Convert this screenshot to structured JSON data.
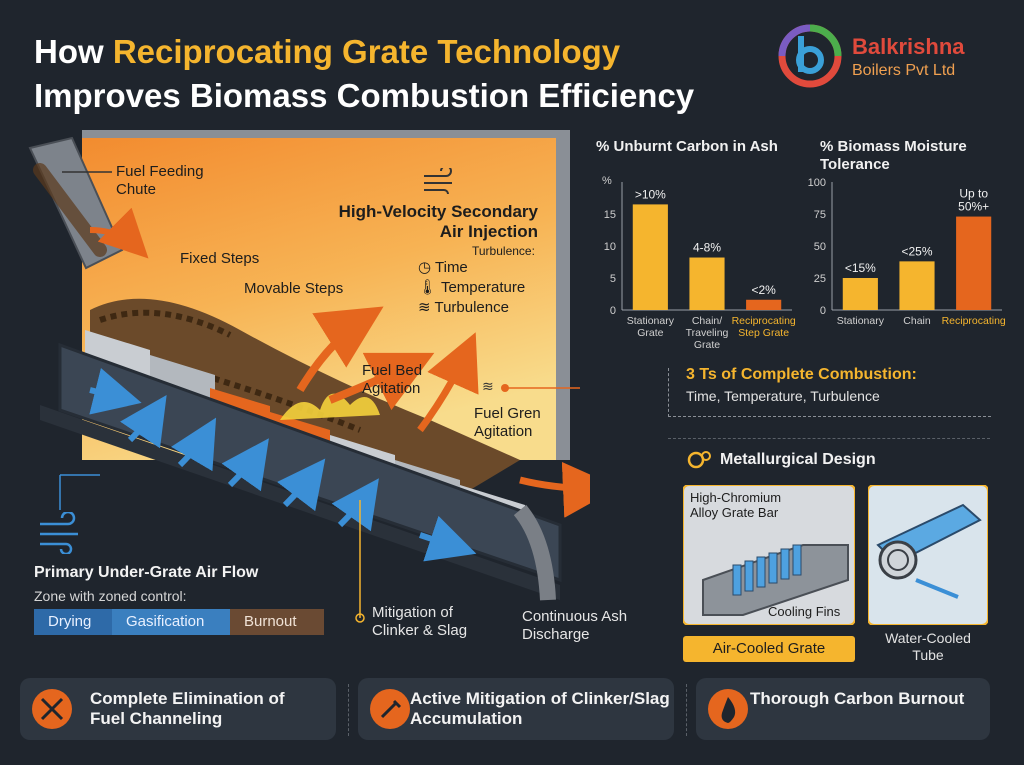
{
  "header": {
    "title_prefix": "How ",
    "title_highlight": "Reciprocating Grate Technology",
    "title_line2": "Improves Biomass Combustion Efficiency",
    "brand_line1": "Balkrishna",
    "brand_line2": "Boilers Pvt Ltd"
  },
  "diagram": {
    "fuel_chute": "Fuel Feeding Chute",
    "fixed_steps": "Fixed Steps",
    "movable_steps": "Movable Steps",
    "secondary_air": "High-Velocity Secondary Air Injection",
    "turbulence_heading": "Turbulence:",
    "time": "Time",
    "temperature": "Temperature",
    "turbulence": "Turbulence",
    "fuel_bed_agitation": "Fuel Bed Agitation",
    "fuel_gren_agitation": "Fuel Gren Agitation",
    "primary_air": "Primary Under-Grate Air Flow",
    "zone_control": "Zone with zoned control:",
    "zones": [
      "Drying",
      "Gasification",
      "Burnout"
    ],
    "clinker": "Mitigation of Clinker & Slag",
    "ash": "Continuous Ash Discharge"
  },
  "chart_data": [
    {
      "type": "bar",
      "title": "% Unburnt Carbon in Ash",
      "ylabel": "%",
      "ylim": [
        0,
        20
      ],
      "yticks": [
        0,
        5,
        10,
        15
      ],
      "categories": [
        "Stationary Grate",
        "Chain/ Traveling Grate",
        "Reciprocating Step Grate"
      ],
      "values": [
        16.5,
        8.2,
        1.6
      ],
      "data_labels": [
        ">10%",
        "4-8%",
        "<2%"
      ],
      "colors": [
        "#f5b52e",
        "#f5b52e",
        "#e5661e"
      ]
    },
    {
      "type": "bar",
      "title": "% Biomass Moisture Tolerance",
      "ylabel": "",
      "ylim": [
        0,
        100
      ],
      "yticks": [
        0,
        25,
        50,
        75,
        100
      ],
      "categories": [
        "Stationary",
        "Chain",
        "Reciprocating"
      ],
      "values": [
        25,
        38,
        73
      ],
      "data_labels": [
        "<15%",
        "<25%",
        "Up to 50%+"
      ],
      "colors": [
        "#f5b52e",
        "#f5b52e",
        "#e5661e"
      ]
    }
  ],
  "three_ts": {
    "heading": "3 Ts of Complete Combustion:",
    "body": "Time, Temperature, Turbulence"
  },
  "metallurgy": {
    "heading": "Metallurgical Design",
    "alloy": "High-Chromium Alloy Grate Bar",
    "fins": "Cooling Fins",
    "air_cooled": "Air-Cooled Grate",
    "water_cooled": "Water-Cooled Tube"
  },
  "benefits": [
    {
      "text": "Complete Elimination of Fuel Channeling"
    },
    {
      "text": "Active Mitigation of Clinker/Slag Accumulation"
    },
    {
      "text": "Thorough Carbon Burnout"
    }
  ],
  "colors": {
    "accent": "#f5b52e",
    "orange": "#e5661e",
    "background": "#1f252d",
    "blue": "#3b8fd6"
  }
}
